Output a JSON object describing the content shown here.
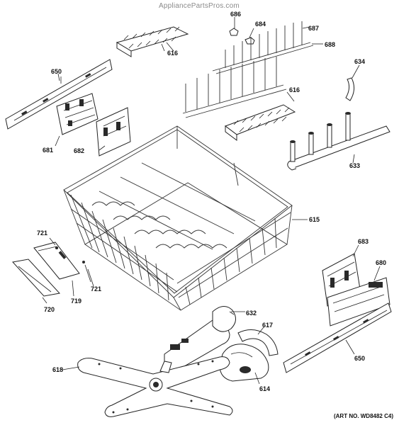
{
  "watermark": "AppliancePartsPros.com",
  "art_number": "(ART NO. WD8482 C4)",
  "part_labels": {
    "p616a": "616",
    "p686": "686",
    "p684": "684",
    "p687": "687",
    "p688": "688",
    "p650a": "650",
    "p634": "634",
    "p616b": "616",
    "p681": "681",
    "p682": "682",
    "p633": "633",
    "p615": "615",
    "p721a": "721",
    "p721b": "721",
    "p719": "719",
    "p720": "720",
    "p683": "683",
    "p680": "680",
    "p632": "632",
    "p617": "617",
    "p650b": "650",
    "p618": "618",
    "p614": "614"
  }
}
